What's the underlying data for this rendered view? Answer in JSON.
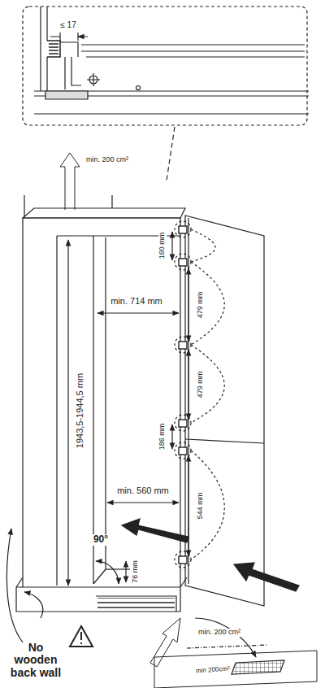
{
  "diagram": {
    "labels": [
      "≤ 17",
      "min. 200 cm²",
      "160 mm",
      "479 mm",
      "479 mm",
      "186 mm",
      "544 mm",
      "76 mm",
      "min. 714 mm",
      "1943,5-1944,5 mm",
      "min. 560 mm",
      "90°",
      "min. 200 cm²",
      "No wooden back wall",
      "min 200cm²"
    ]
  }
}
